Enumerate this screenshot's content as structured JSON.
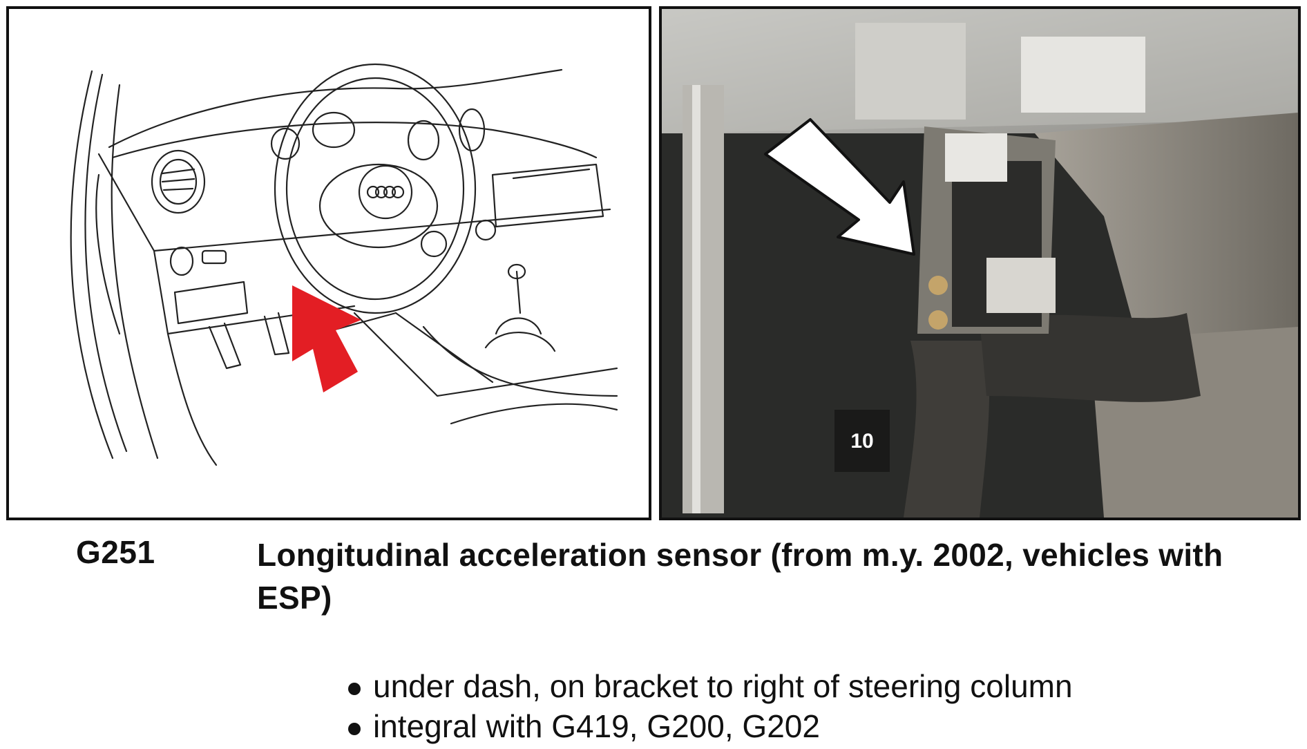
{
  "panels": {
    "photo_label": "10"
  },
  "caption": {
    "code": "G251",
    "title": "Longitudinal acceleration sensor (from m.y. 2002, vehicles with ESP)"
  },
  "bullets": [
    "under dash, on bracket to right of steering column",
    "integral with G419, G200, G202"
  ],
  "colors": {
    "arrow_red": "#e31e24",
    "frame": "#111111"
  }
}
